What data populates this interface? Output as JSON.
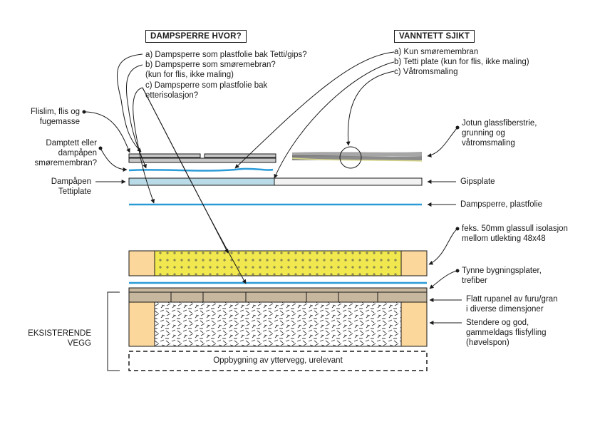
{
  "questions": {
    "dampsperre": {
      "heading": "DAMPSPERRE HVOR?",
      "options": [
        "a) Dampsperre som plastfolie bak Tetti/gips?",
        "b) Dampsperre som smøremebran?\n(kun for flis, ikke maling)",
        "c) Dampsperre som plastfolie bak\netterisolasjon?"
      ]
    },
    "vanntett": {
      "heading": "VANNTETT SJIKT",
      "options": [
        "a) Kun smøremembran",
        "b) Tetti plate (kun for flis, ikke maling)",
        "c) Våtromsmaling"
      ]
    }
  },
  "labels_left": {
    "flislim": "Flislim, flis og\nfugemasse",
    "damptett": "Damptett eller\ndampåpen\nsmøremembran?",
    "dampapen": "Dampåpen\nTettiplate",
    "eksisterende": "EKSISTERENDE\nVEGG"
  },
  "labels_right": {
    "jotun": "Jotun glassfiberstrie,\ngrunning og\nvåtromsmaling",
    "gipsplate": "Gipsplate",
    "dampsperre": "Dampsperre, plastfolie",
    "glassull": "feks. 50mm glassull isolasjon\nmellom utlekting 48x48",
    "bygningsplater": "Tynne bygningsplater,\ntrefiber",
    "rupanel": "Flatt rupanel av furu/gran\ni diverse dimensjoner",
    "stendere": "Stendere og god,\ngammeldags flisfylling\n(høvelspon)"
  },
  "outer_wall": "Oppbygning av yttervegg, urelevant",
  "colors": {
    "blue": "#2b9bd8",
    "light_blue": "#b9dbe7",
    "yellow": "#f0e84e",
    "wood": "#fbd79c",
    "panel": "#c8b79f"
  }
}
